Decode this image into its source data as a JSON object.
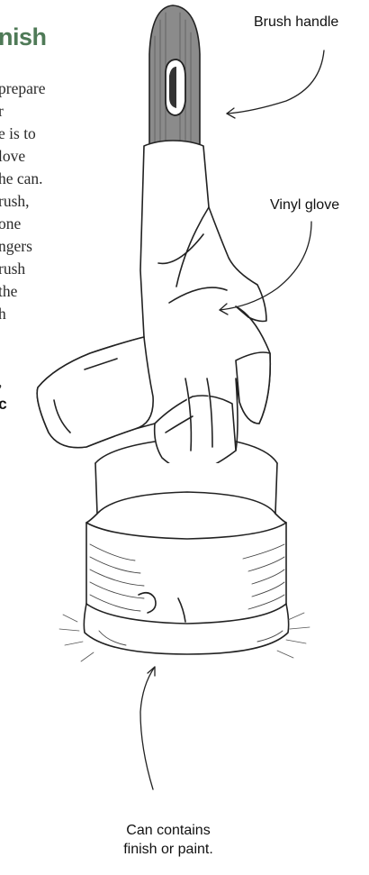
{
  "heading": "nish",
  "body_lines": [
    "prepare",
    "r",
    "e is to",
    "love",
    "he can.",
    "rush,",
    "one",
    "ngers",
    "rush",
    "the",
    "h",
    "",
    "",
    ",",
    "c"
  ],
  "callouts": {
    "brush_handle": "Brush handle",
    "vinyl_glove": "Vinyl glove",
    "can_line1": "Can contains",
    "can_line2": "finish or paint."
  },
  "colors": {
    "heading": "#4f7a57",
    "ink": "#222222"
  }
}
